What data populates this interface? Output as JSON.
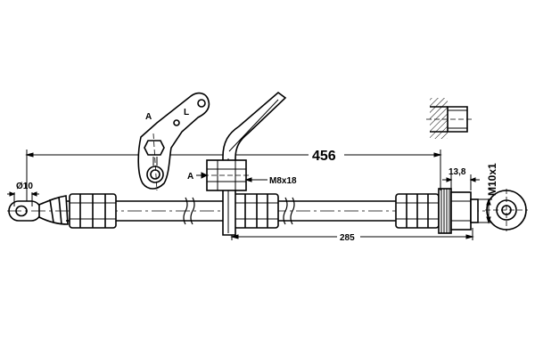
{
  "labels": {
    "overall_length": "456",
    "center_length": "285",
    "fitting_length": "13,8",
    "eye_diameter": "Ø10",
    "thread": "M10x1",
    "bolt": "M8x18",
    "section_marker": "A",
    "section_marker_detail": "A",
    "side_marker": "L"
  }
}
